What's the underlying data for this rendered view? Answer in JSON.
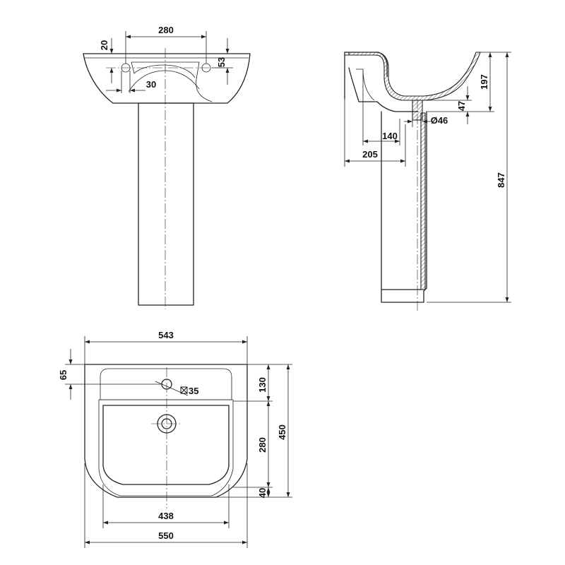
{
  "front_view": {
    "width_280": "280",
    "dim_20": "20",
    "dim_53": "53",
    "dim_30": "30"
  },
  "side_view": {
    "depth_197": "197",
    "depth_47": "47",
    "drain_dia": "Ø46",
    "offset_140": "140",
    "offset_205": "205",
    "height_847": "847"
  },
  "top_view": {
    "width_543": "543",
    "dim_65": "65",
    "hole_35": "35",
    "dim_130": "130",
    "depth_450": "450",
    "dim_280": "280",
    "dim_40": "40",
    "width_438": "438",
    "width_550": "550"
  },
  "colors": {
    "line": "#222222",
    "background": "#ffffff"
  }
}
